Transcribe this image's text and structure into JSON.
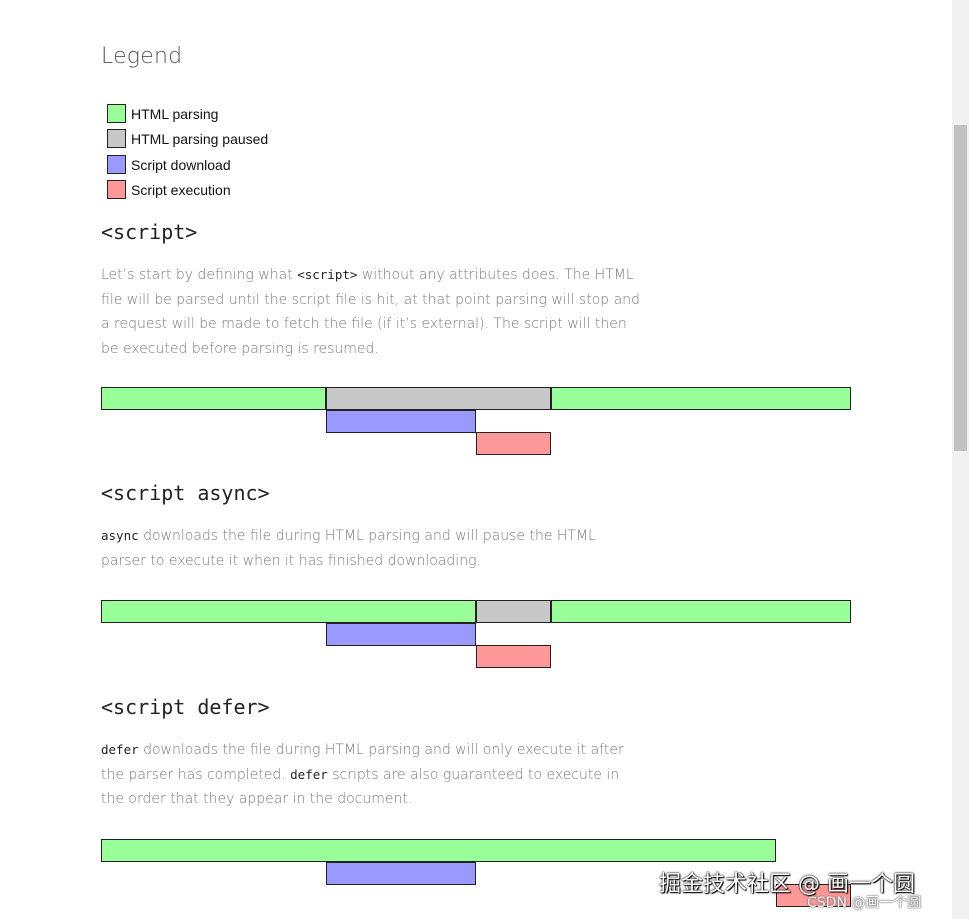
{
  "legend": {
    "title": "Legend",
    "items": [
      {
        "label": "HTML parsing",
        "color": "#99ff99"
      },
      {
        "label": "HTML parsing paused",
        "color": "#c8c8c8"
      },
      {
        "label": "Script download",
        "color": "#9999ff"
      },
      {
        "label": "Script execution",
        "color": "#ff9999"
      }
    ]
  },
  "sections": {
    "script": {
      "title": "<script>",
      "p1_a": "Let’s start by defining what ",
      "p1_code": "<script>",
      "p1_b": " without any attributes does. The HTML file will be parsed until the script file is hit, at that point parsing will stop and a request will be made to fetch the file (if it’s external). The script will then be executed before parsing is resumed."
    },
    "async": {
      "title": "<script async>",
      "p1_code": "async",
      "p1_b": " downloads the file during HTML parsing and will pause the HTML parser to execute it when it has finished downloading."
    },
    "defer": {
      "title": "<script defer>",
      "p1_code": "defer",
      "p1_b": " downloads the file during HTML parsing and will only execute it after the parser has completed. ",
      "p1_code2": "defer",
      "p1_c": " scripts are also guaranteed to execute in the order that they appear in the document."
    }
  },
  "timelines": {
    "script": {
      "parse_1": [
        0,
        0.3
      ],
      "paused": [
        0.3,
        0.6
      ],
      "parse_2": [
        0.6,
        1.0
      ],
      "download": [
        0.3,
        0.5
      ],
      "exec": [
        0.5,
        0.6
      ]
    },
    "async": {
      "parse_1": [
        0,
        0.5
      ],
      "paused": [
        0.5,
        0.6
      ],
      "parse_2": [
        0.6,
        1.0
      ],
      "download": [
        0.3,
        0.5
      ],
      "exec": [
        0.5,
        0.6
      ]
    },
    "defer": {
      "parse_1": [
        0,
        0.9
      ],
      "download": [
        0.3,
        0.5
      ],
      "exec": [
        0.9,
        1.0
      ]
    }
  },
  "watermark": {
    "main": "掘金技术社区 @ 画一个圆",
    "sub": "CSDN @画一个圆"
  }
}
